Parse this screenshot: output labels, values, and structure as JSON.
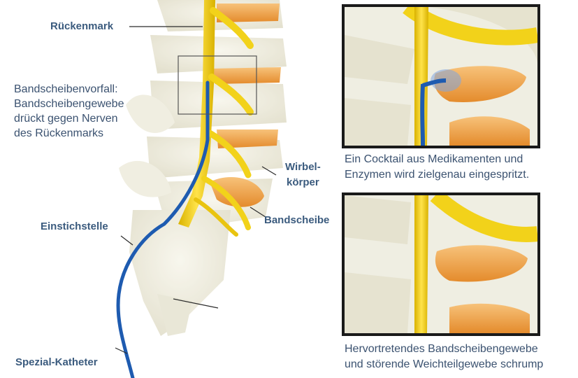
{
  "labels": {
    "spinal_cord": "Rückenmark",
    "herniation_lines": [
      "Bandscheibenvorfall:",
      "Bandscheibengewebe",
      "drückt gegen Nerven",
      "des Rückenmarks"
    ],
    "vertebral_body_lines": [
      "Wirbel-",
      "körper"
    ],
    "disc": "Bandscheibe",
    "puncture_site": "Einstichstelle",
    "catheter": "Spezial-Katheter"
  },
  "captions": {
    "top_inset_lines": [
      "Ein Cocktail aus Medikamenten und",
      "Enzymen wird zielgenau eingespritzt."
    ],
    "bottom_inset_lines": [
      "Hervortretendes Bandscheibengewebe",
      "und störende Weichteilgewebe schrump"
    ]
  },
  "colors": {
    "label_text": "#3b5b7e",
    "nerve": "#f2d21a",
    "catheter": "#1e5bb0",
    "disc": "#f0a64a",
    "bone": "#e9e6d4",
    "frame": "#1a1a1a"
  }
}
